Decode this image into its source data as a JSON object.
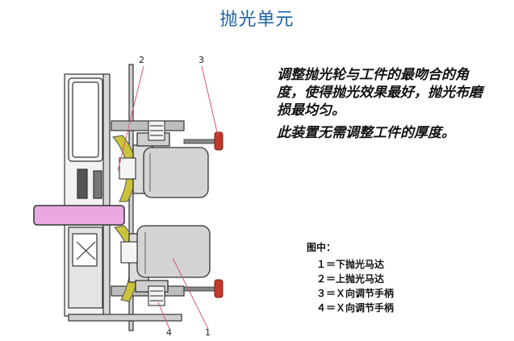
{
  "title": "抛光单元",
  "description": [
    "调整抛光轮与工件的最吻合的角度，使得抛光效果最好，抛光布磨损最均匀。",
    "此装置无需调整工件的厚度。"
  ],
  "callouts": [
    "1",
    "2",
    "3",
    "4"
  ],
  "legend": {
    "title": "图中：",
    "items": [
      "１＝下抛光马达",
      "２＝上抛光马达",
      "３＝Ｘ向调节手柄",
      "４＝Ｘ向调节手柄"
    ]
  },
  "colors": {
    "title": "#1a5fa8",
    "workpiece": "#e9a9e0",
    "handle": "#c0392b",
    "leader": "#d15a78",
    "wheel": "#c9c43a"
  }
}
